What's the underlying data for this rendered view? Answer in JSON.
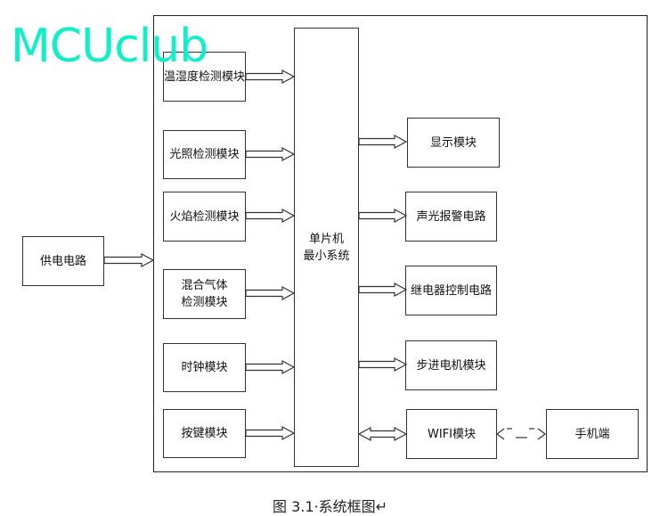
{
  "watermark": "MCUclub",
  "mcu": "单片机\n最小系统",
  "inputs": [
    "温湿度检测模块",
    "光照检测模块",
    "火焰检测模块",
    "混合气体\n检测模块",
    "时钟模块",
    "按键模块"
  ],
  "power": "供电电路",
  "outputs": [
    "显示模块",
    "声光报警电路",
    "继电器控制电路",
    "步进电机模块",
    "WIFI模块"
  ],
  "phone": "手机端",
  "caption": "图 3.1·系统框图↵"
}
